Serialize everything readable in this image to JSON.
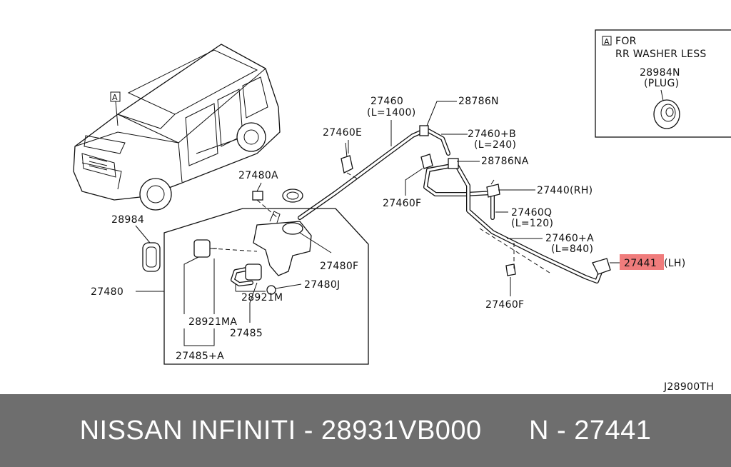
{
  "diagram": {
    "code": "J28900TH",
    "inset": {
      "marker": "A",
      "line1": "FOR",
      "line2": "RR WASHER LESS",
      "part_no": "28984N",
      "part_name": "(PLUG)"
    },
    "vehicle_marker": "A",
    "labels": {
      "p27460": "27460",
      "p27460_len": "(L=1400)",
      "p28786N": "28786N",
      "p27460E": "27460E",
      "p27460B": "27460+B",
      "p27460B_len": "(L=240)",
      "p28786NA": "28786NA",
      "p27480A": "27480A",
      "p27460F_top": "27460F",
      "p27440": "27440(RH)",
      "p27460Q": "27460Q",
      "p27460Q_len": "(L=120)",
      "p28984": "28984",
      "p27460A": "27460+A",
      "p27460A_len": "(L=840)",
      "p27441": "27441",
      "p27441_side": "(LH)",
      "p27480F": "27480F",
      "p27480": "27480",
      "p27480J": "27480J",
      "p28921M": "28921M",
      "p27460F_bottom": "27460F",
      "p28921MA": "28921MA",
      "p27485": "27485",
      "p27485A": "27485+A"
    },
    "highlight_color": "#f07c7c"
  },
  "footer": {
    "title": "NISSAN INFINITI - 28931VB000      N - 27441"
  }
}
